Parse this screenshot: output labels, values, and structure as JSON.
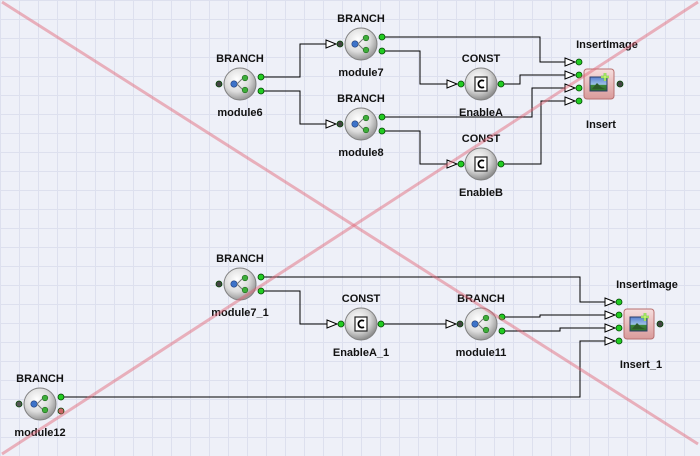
{
  "diagram": {
    "nodes": [
      {
        "id": "module6",
        "type_label": "BRANCH",
        "name": "module6",
        "kind": "branch"
      },
      {
        "id": "module7",
        "type_label": "BRANCH",
        "name": "module7",
        "kind": "branch"
      },
      {
        "id": "module8",
        "type_label": "BRANCH",
        "name": "module8",
        "kind": "branch"
      },
      {
        "id": "EnableA",
        "type_label": "CONST",
        "name": "EnableA",
        "kind": "const"
      },
      {
        "id": "EnableB",
        "type_label": "CONST",
        "name": "EnableB",
        "kind": "const"
      },
      {
        "id": "Insert",
        "type_label": "InsertImage",
        "name": "Insert",
        "kind": "insert"
      },
      {
        "id": "module7_1",
        "type_label": "BRANCH",
        "name": "module7_1",
        "kind": "branch"
      },
      {
        "id": "EnableA_1",
        "type_label": "CONST",
        "name": "EnableA_1",
        "kind": "const"
      },
      {
        "id": "module11",
        "type_label": "BRANCH",
        "name": "module11",
        "kind": "branch"
      },
      {
        "id": "Insert_1",
        "type_label": "InsertImage",
        "name": "Insert_1",
        "kind": "insert"
      },
      {
        "id": "module12",
        "type_label": "BRANCH",
        "name": "module12",
        "kind": "branch"
      }
    ],
    "connections": [
      {
        "from": "module6",
        "from_port": 0,
        "to": "module7",
        "to_port": 0
      },
      {
        "from": "module6",
        "from_port": 1,
        "to": "module8",
        "to_port": 0
      },
      {
        "from": "module7",
        "from_port": 0,
        "to": "Insert",
        "to_port": 0
      },
      {
        "from": "module7",
        "from_port": 1,
        "to": "EnableA",
        "to_port": 0
      },
      {
        "from": "EnableA",
        "from_port": 0,
        "to": "Insert",
        "to_port": 1
      },
      {
        "from": "module8",
        "from_port": 0,
        "to": "Insert",
        "to_port": 2
      },
      {
        "from": "module8",
        "from_port": 1,
        "to": "EnableB",
        "to_port": 0
      },
      {
        "from": "EnableB",
        "from_port": 0,
        "to": "Insert",
        "to_port": 3
      },
      {
        "from": "module7_1",
        "from_port": 0,
        "to": "Insert_1",
        "to_port": 0
      },
      {
        "from": "module7_1",
        "from_port": 1,
        "to": "EnableA_1",
        "to_port": 0
      },
      {
        "from": "EnableA_1",
        "from_port": 0,
        "to": "module11",
        "to_port": 0
      },
      {
        "from": "module11",
        "from_port": 0,
        "to": "Insert_1",
        "to_port": 1
      },
      {
        "from": "module11",
        "from_port": 1,
        "to": "Insert_1",
        "to_port": 2
      },
      {
        "from": "module12",
        "from_port": 0,
        "to": "Insert_1",
        "to_port": 3
      }
    ],
    "overlay": "deleted-cross-mark",
    "colors": {
      "canvas_background": "#eef0f8",
      "grid_line": "#dde0ee",
      "port_active": "#22cc22",
      "port_inactive": "#444444",
      "port_disabled": "#cc6666",
      "cross_overlay": "#e06070",
      "wire": "#000000"
    }
  }
}
